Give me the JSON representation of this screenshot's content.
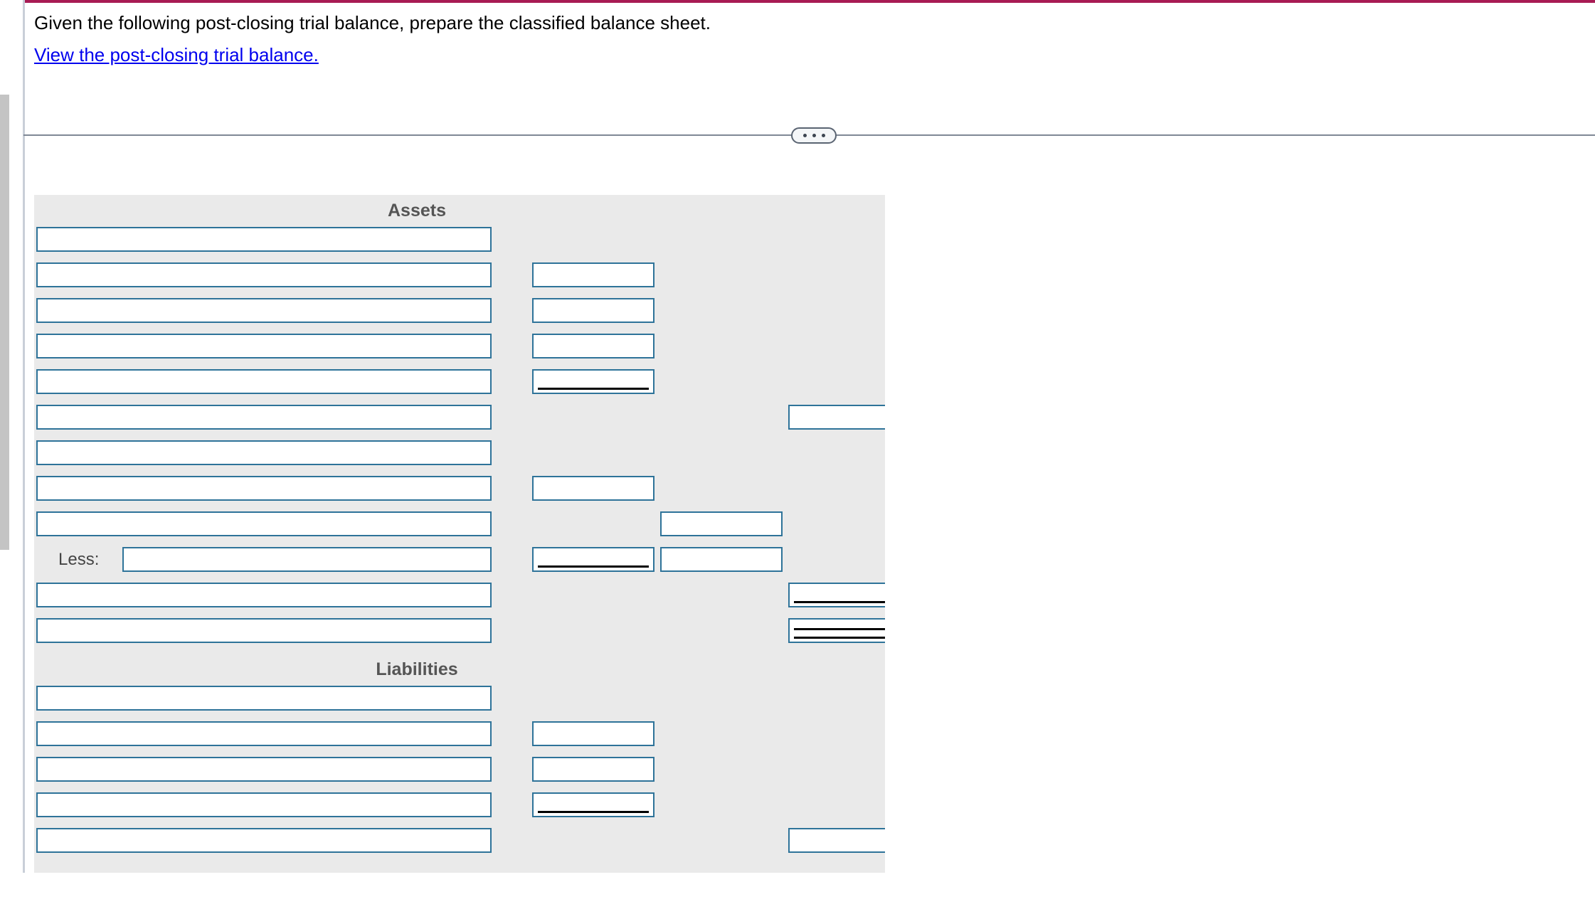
{
  "theme": {
    "accent_bar": "#a81b54",
    "panel_bg": "#eaeaea",
    "input_border": "#2e7399",
    "link_color": "#0000ee",
    "heading_color": "#555555",
    "splitter_color": "#7f8895"
  },
  "question": {
    "prompt": "Given the following post-closing trial balance, prepare the classified balance sheet.",
    "link_label": "View the post-closing trial balance."
  },
  "splitter": {
    "handle_dots": [
      "•",
      "•",
      "•"
    ]
  },
  "worksheet": {
    "sections": [
      {
        "heading": "Assets",
        "rows": [
          {
            "cells": [
              {
                "col": "desc",
                "value": "",
                "placeholder": ""
              }
            ]
          },
          {
            "cells": [
              {
                "col": "desc",
                "value": "",
                "placeholder": ""
              },
              {
                "col": "sub",
                "value": "",
                "placeholder": ""
              }
            ]
          },
          {
            "cells": [
              {
                "col": "desc",
                "value": "",
                "placeholder": ""
              },
              {
                "col": "sub",
                "value": "",
                "placeholder": ""
              }
            ]
          },
          {
            "cells": [
              {
                "col": "desc",
                "value": "",
                "placeholder": ""
              },
              {
                "col": "sub",
                "value": "",
                "placeholder": ""
              }
            ]
          },
          {
            "cells": [
              {
                "col": "desc",
                "value": "",
                "placeholder": ""
              },
              {
                "col": "sub",
                "value": "",
                "placeholder": "",
                "rule": "single"
              }
            ]
          },
          {
            "cells": [
              {
                "col": "desc",
                "value": "",
                "placeholder": ""
              },
              {
                "col": "tot",
                "value": "",
                "placeholder": ""
              }
            ]
          },
          {
            "cells": [
              {
                "col": "desc",
                "value": "",
                "placeholder": ""
              }
            ]
          },
          {
            "cells": [
              {
                "col": "desc",
                "value": "",
                "placeholder": ""
              },
              {
                "col": "sub",
                "value": "",
                "placeholder": ""
              }
            ]
          },
          {
            "cells": [
              {
                "col": "desc",
                "value": "",
                "placeholder": ""
              },
              {
                "col": "mid",
                "value": "",
                "placeholder": ""
              }
            ]
          },
          {
            "label": "Less:",
            "cells": [
              {
                "col": "desc-ind",
                "value": "",
                "placeholder": ""
              },
              {
                "col": "mid",
                "value": "",
                "placeholder": ""
              },
              {
                "col": "sub",
                "value": "",
                "placeholder": "",
                "rule": "single"
              }
            ]
          },
          {
            "cells": [
              {
                "col": "desc",
                "value": "",
                "placeholder": ""
              },
              {
                "col": "tot",
                "value": "",
                "placeholder": "",
                "rule": "single"
              }
            ]
          },
          {
            "cells": [
              {
                "col": "desc",
                "value": "",
                "placeholder": ""
              },
              {
                "col": "tot",
                "value": "",
                "placeholder": "",
                "rule": "double"
              }
            ]
          }
        ]
      },
      {
        "heading": "Liabilities",
        "rows": [
          {
            "cells": [
              {
                "col": "desc",
                "value": "",
                "placeholder": ""
              }
            ]
          },
          {
            "cells": [
              {
                "col": "desc",
                "value": "",
                "placeholder": ""
              },
              {
                "col": "sub",
                "value": "",
                "placeholder": ""
              }
            ]
          },
          {
            "cells": [
              {
                "col": "desc",
                "value": "",
                "placeholder": ""
              },
              {
                "col": "sub",
                "value": "",
                "placeholder": ""
              }
            ]
          },
          {
            "cells": [
              {
                "col": "desc",
                "value": "",
                "placeholder": ""
              },
              {
                "col": "sub",
                "value": "",
                "placeholder": "",
                "rule": "single"
              }
            ]
          },
          {
            "cells": [
              {
                "col": "desc",
                "value": "",
                "placeholder": ""
              },
              {
                "col": "tot",
                "value": "",
                "placeholder": ""
              }
            ]
          }
        ]
      }
    ]
  }
}
